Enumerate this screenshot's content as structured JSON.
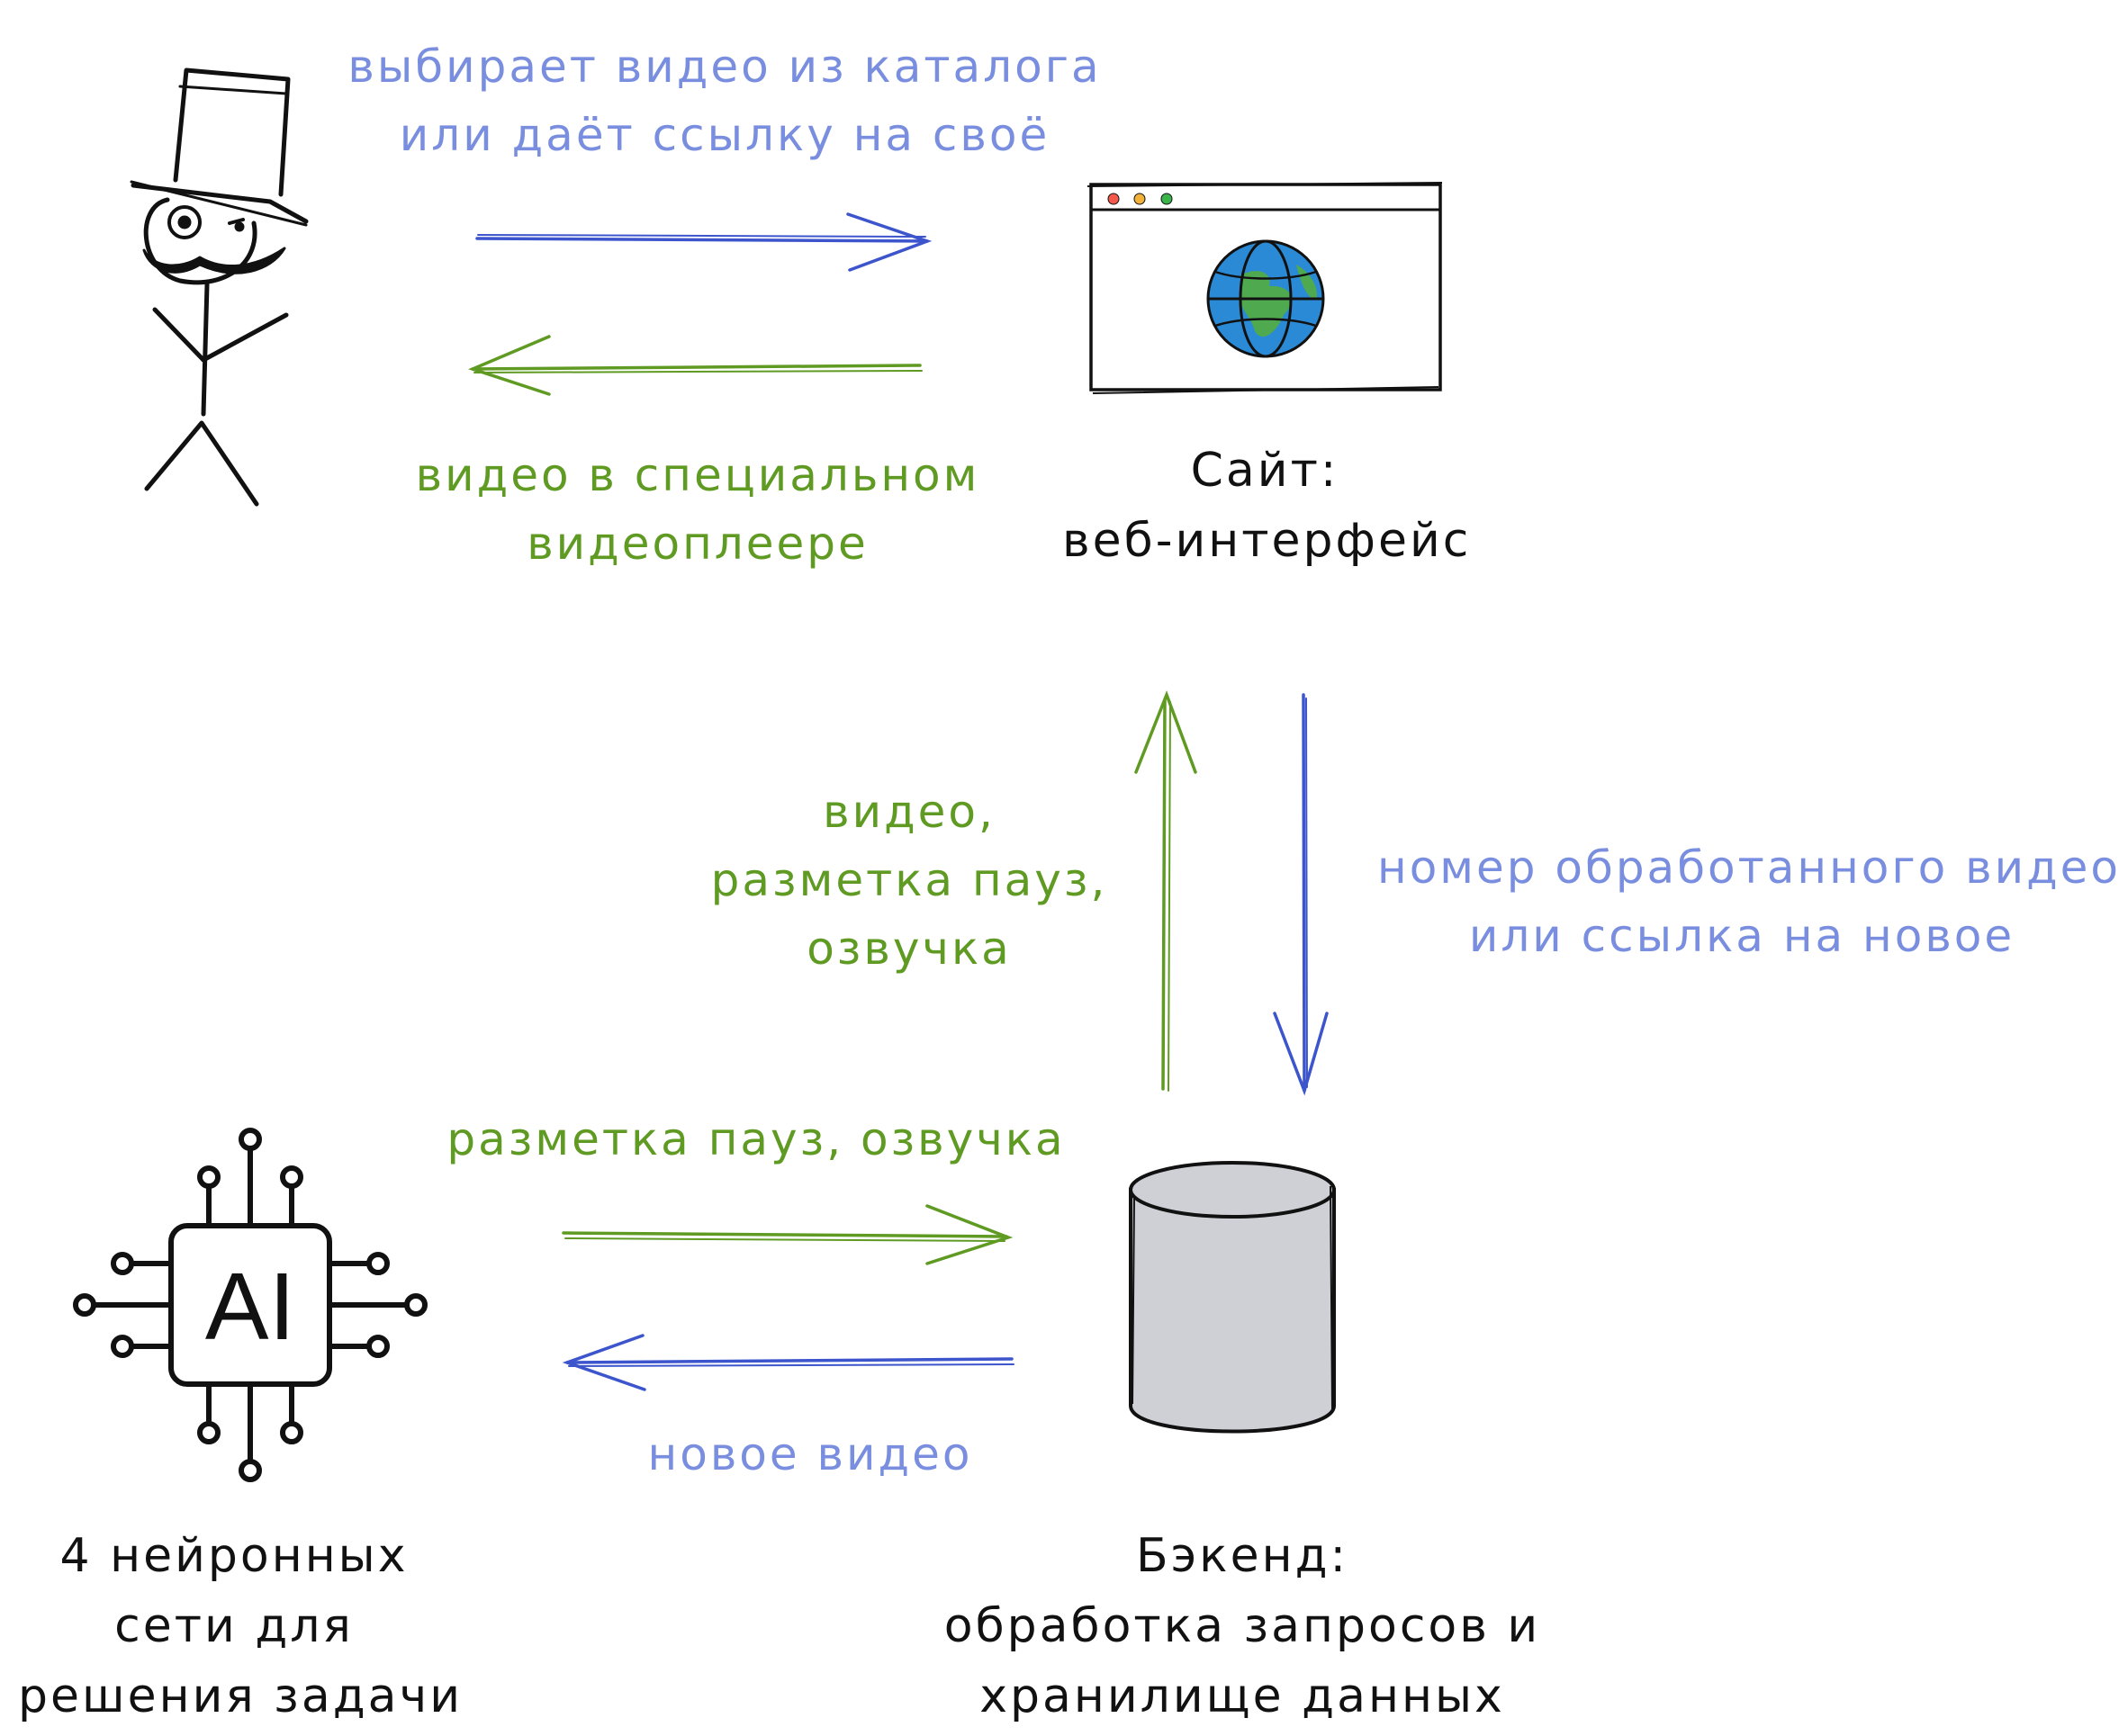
{
  "actors": {
    "user_icon": "stick-figure-top-hat",
    "site": {
      "icon": "browser-window-globe",
      "lines": [
        "Сайт:",
        "веб-интерфейс"
      ]
    },
    "ai": {
      "icon": "ai-chip",
      "chip_text": "AI",
      "lines": [
        "4 нейронных",
        "сети для",
        "решения задачи"
      ]
    },
    "backend": {
      "icon": "database-cylinder",
      "lines": [
        "Бэкенд:",
        "обработка запросов и",
        "хранилище данных"
      ]
    }
  },
  "flows": {
    "user_to_site": {
      "lines": [
        "выбирает видео из каталога",
        "или даёт ссылку на своё"
      ]
    },
    "site_to_user": {
      "lines": [
        "видео в специальном",
        "видеоплеере"
      ]
    },
    "backend_to_site": {
      "lines": [
        "видео,",
        "разметка пауз,",
        "озвучка"
      ]
    },
    "site_to_backend": {
      "lines": [
        "номер обработанного видео",
        "или ссылка на новое"
      ]
    },
    "ai_to_backend": {
      "lines": [
        "разметка пауз, озвучка"
      ]
    },
    "backend_to_ai": {
      "lines": [
        "новое видео"
      ]
    }
  },
  "colors": {
    "request": "#3d55cc",
    "response": "#5f9a22",
    "request_text": "#7a8ee0",
    "response_text": "#5f9a22",
    "ink": "#111111",
    "globe_ocean": "#2b8ad6",
    "globe_land": "#4faa4f",
    "database_fill": "#ced0d6",
    "traffic_red": "#f2594b",
    "traffic_yellow": "#f2b23a",
    "traffic_green": "#3bb54a"
  }
}
